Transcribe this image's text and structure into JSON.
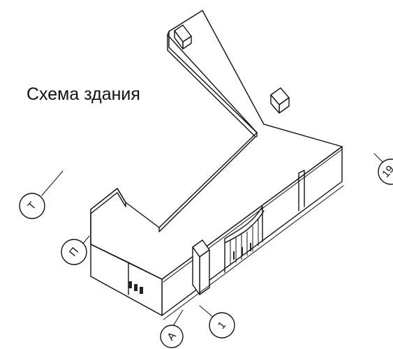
{
  "title": "Схема здания",
  "axes": [
    {
      "id": "T",
      "label": "Т"
    },
    {
      "id": "P",
      "label": "П"
    },
    {
      "id": "A",
      "label": "А"
    },
    {
      "id": "1",
      "label": "1"
    },
    {
      "id": "19",
      "label": "19"
    }
  ]
}
